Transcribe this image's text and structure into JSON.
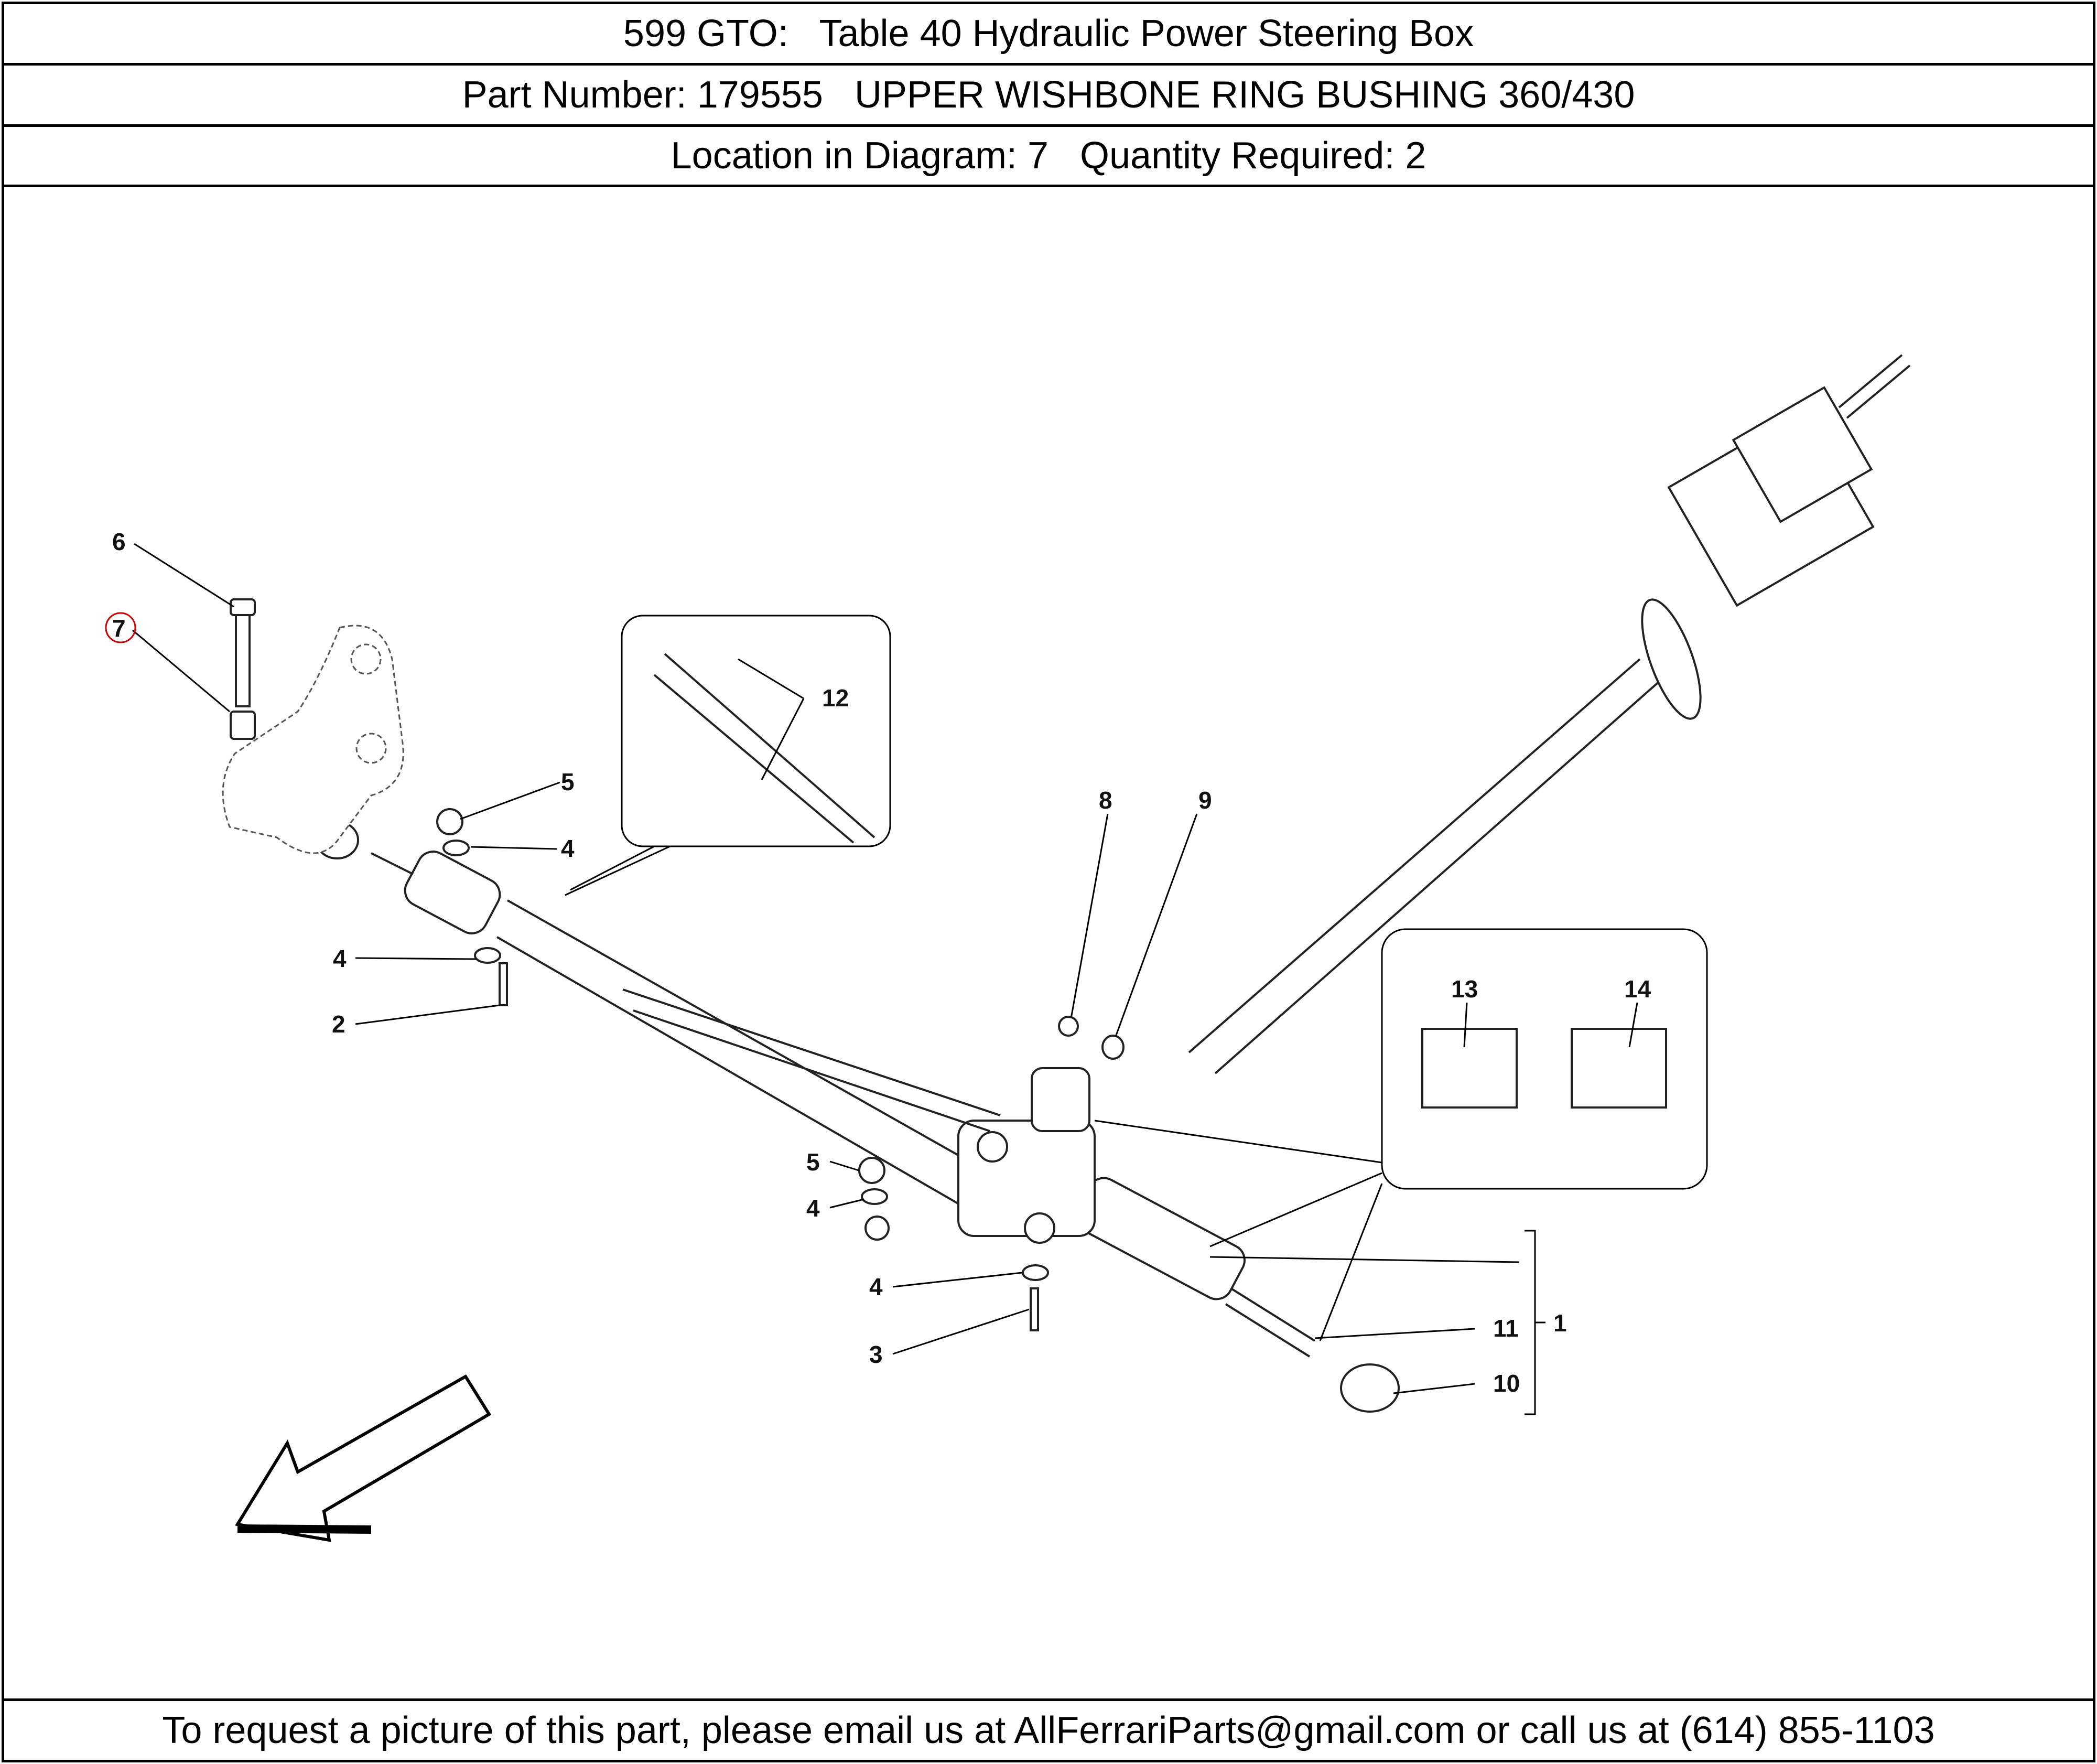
{
  "header": {
    "title": "599 GTO:   Table 40 Hydraulic Power Steering Box",
    "part_line": "Part Number: 179555   UPPER WISHBONE RING BUSHING 360/430",
    "location_line": "Location in Diagram: 7   Quantity Required: 2"
  },
  "diagram": {
    "callouts": {
      "c1": "1",
      "c2": "2",
      "c3": "3",
      "c4a": "4",
      "c4b": "4",
      "c4c": "4",
      "c4d": "4",
      "c5a": "5",
      "c5b": "5",
      "c6": "6",
      "c7": "7",
      "c8": "8",
      "c9": "9",
      "c10": "10",
      "c11": "11",
      "c12": "12",
      "c13": "13",
      "c14": "14"
    },
    "highlighted_callout": "7",
    "highlight_color": "#cc0000"
  },
  "footer": {
    "text": "To request a picture of this part, please email us at AllFerrariParts@gmail.com or call us at (614) 855-1103"
  }
}
